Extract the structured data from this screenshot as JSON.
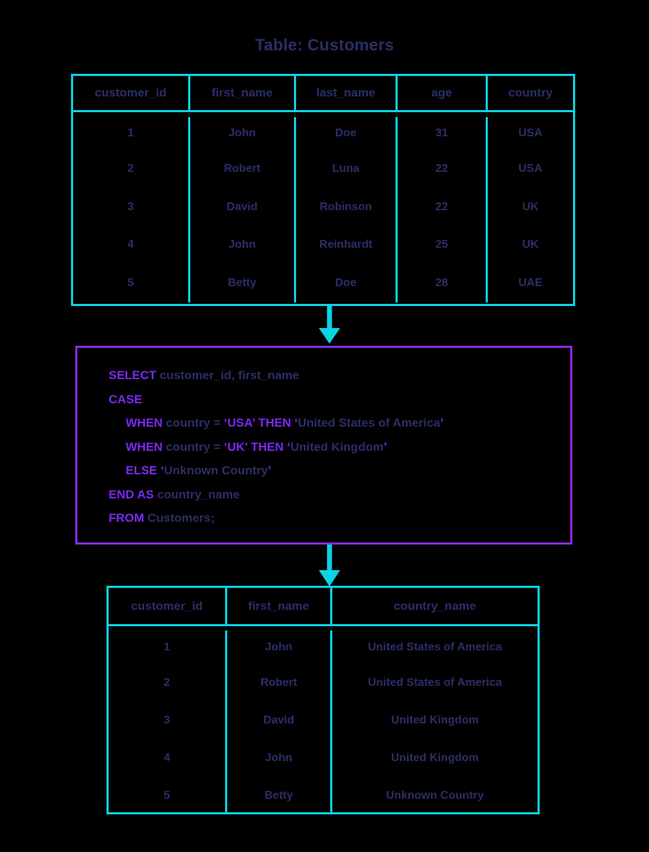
{
  "title": "Table: Customers",
  "colors": {
    "background": "#000000",
    "table_border": "#0ad4e3",
    "sql_box_border": "#8b2be2",
    "keyword": "#7c28f0",
    "text": "#2b2e66",
    "arrow": "#0ad4e3"
  },
  "source_table": {
    "name": "Customers",
    "columns": [
      "customer_id",
      "first_name",
      "last_name",
      "age",
      "country"
    ],
    "rows": [
      [
        "1",
        "John",
        "Doe",
        "31",
        "USA"
      ],
      [
        "2",
        "Robert",
        "Luna",
        "22",
        "USA"
      ],
      [
        "3",
        "David",
        "Robinson",
        "22",
        "UK"
      ],
      [
        "4",
        "John",
        "Reinhardt",
        "25",
        "UK"
      ],
      [
        "5",
        "Betty",
        "Doe",
        "28",
        "UAE"
      ]
    ]
  },
  "sql": {
    "lines": [
      {
        "indent": 0,
        "tokens": [
          {
            "t": "SELECT",
            "k": "kw"
          },
          {
            "t": " customer_id, first_name",
            "k": "id"
          }
        ]
      },
      {
        "indent": 0,
        "tokens": [
          {
            "t": "CASE",
            "k": "kw"
          }
        ]
      },
      {
        "indent": 1,
        "tokens": [
          {
            "t": "WHEN",
            "k": "kw"
          },
          {
            "t": " country = ",
            "k": "id"
          },
          {
            "t": "‘USA’",
            "k": "q"
          },
          {
            "t": " ",
            "k": "id"
          },
          {
            "t": "THEN",
            "k": "kw"
          },
          {
            "t": " ",
            "k": "id"
          },
          {
            "t": "‘",
            "k": "q"
          },
          {
            "t": "United States of America",
            "k": "lit"
          },
          {
            "t": "’",
            "k": "q"
          }
        ]
      },
      {
        "indent": 1,
        "tokens": [
          {
            "t": "WHEN",
            "k": "kw"
          },
          {
            "t": " country = ",
            "k": "id"
          },
          {
            "t": "‘UK’",
            "k": "q"
          },
          {
            "t": " ",
            "k": "id"
          },
          {
            "t": "THEN",
            "k": "kw"
          },
          {
            "t": " ",
            "k": "id"
          },
          {
            "t": "‘",
            "k": "q"
          },
          {
            "t": "United Kingdom",
            "k": "lit"
          },
          {
            "t": "’",
            "k": "q"
          }
        ]
      },
      {
        "indent": 1,
        "tokens": [
          {
            "t": "ELSE",
            "k": "kw"
          },
          {
            "t": " ",
            "k": "id"
          },
          {
            "t": "‘",
            "k": "q"
          },
          {
            "t": "Unknown Country",
            "k": "lit"
          },
          {
            "t": "’",
            "k": "q"
          }
        ]
      },
      {
        "indent": 0,
        "tokens": [
          {
            "t": "END AS",
            "k": "kw"
          },
          {
            "t": " country_name",
            "k": "id"
          }
        ]
      },
      {
        "indent": 0,
        "tokens": [
          {
            "t": "FROM",
            "k": "kw"
          },
          {
            "t": " Customers;",
            "k": "id"
          }
        ]
      }
    ]
  },
  "result_table": {
    "columns": [
      "customer_id",
      "first_name",
      "country_name"
    ],
    "rows": [
      [
        "1",
        "John",
        "United States of America"
      ],
      [
        "2",
        "Robert",
        "United States of America"
      ],
      [
        "3",
        "David",
        "United Kingdom"
      ],
      [
        "4",
        "John",
        "United Kingdom"
      ],
      [
        "5",
        "Betty",
        "Unknown Country"
      ]
    ]
  },
  "arrows": [
    {
      "name": "arrow-source-to-query",
      "direction": "down"
    },
    {
      "name": "arrow-query-to-result",
      "direction": "down"
    }
  ]
}
